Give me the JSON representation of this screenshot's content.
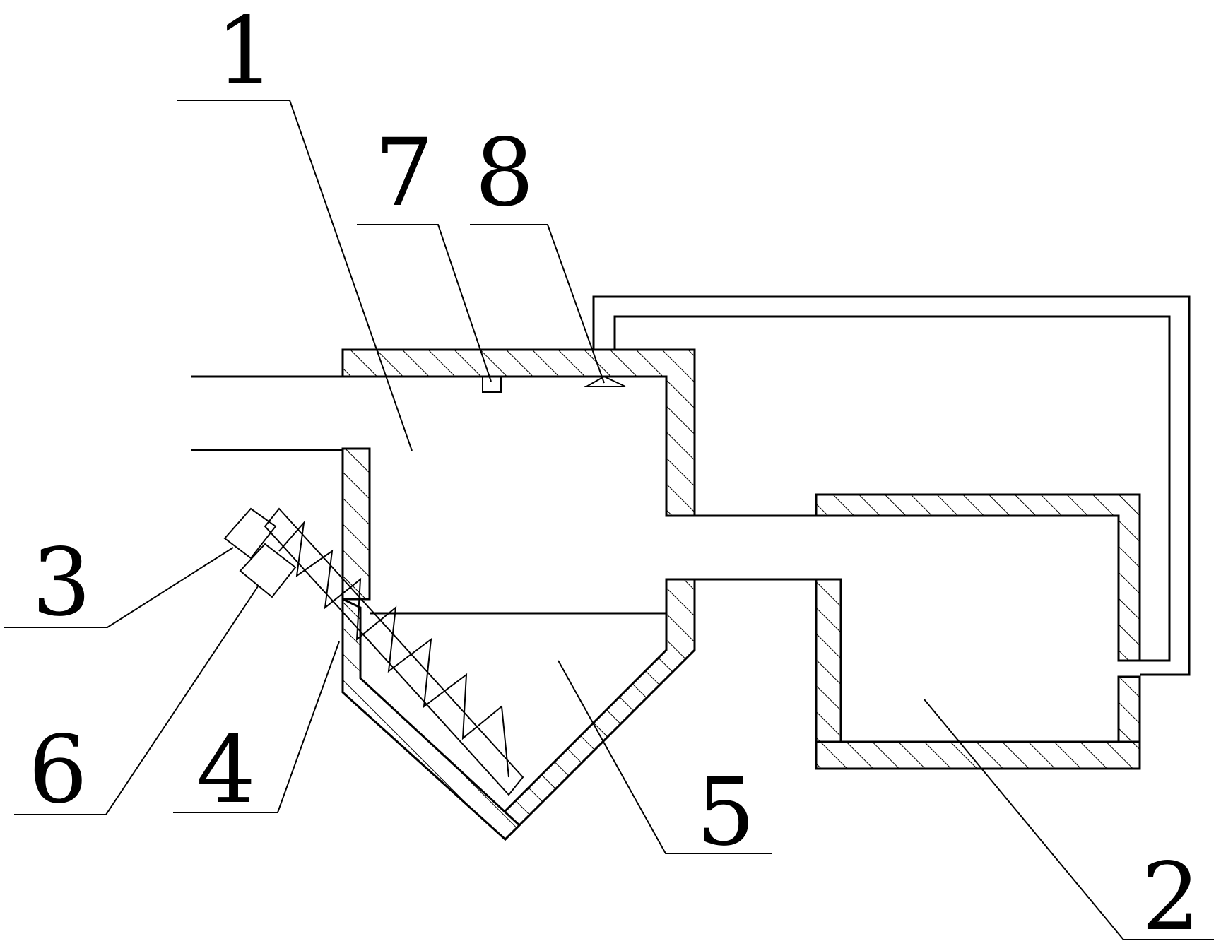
{
  "colors": {
    "line": "#000000",
    "background": "#ffffff"
  },
  "labels": {
    "l1": "1",
    "l2": "2",
    "l3": "3",
    "l4": "4",
    "l5": "5",
    "l6": "6",
    "l7": "7",
    "l8": "8"
  }
}
